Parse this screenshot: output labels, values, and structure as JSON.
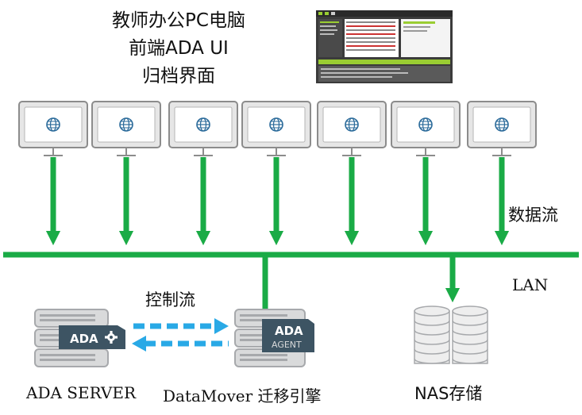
{
  "title": {
    "line1": "教师办公PC电脑",
    "line2": "前端ADA UI",
    "line3": "归档界面"
  },
  "labels": {
    "data_flow": "数据流",
    "lan": "LAN",
    "control_flow": "控制流",
    "ada_server": "ADA SERVER",
    "datamover": "DataMover 迁移引擎",
    "nas": "NAS存储"
  },
  "badges": {
    "server_badge": "ADA",
    "agent_badge_top": "ADA",
    "agent_badge_bottom": "AGENT"
  },
  "pc_count": 7,
  "colors": {
    "network_green": "#1aab46",
    "control_blue": "#29a9e6",
    "monitor_frame": "#8c8c8c",
    "server_gray": "#a7a9ac",
    "badge_dark": "#3d5463"
  },
  "icons": {
    "pc": "globe-monitor-icon",
    "server": "server-stack-icon",
    "nas": "disk-cylinders-icon",
    "gear": "gear-icon"
  }
}
